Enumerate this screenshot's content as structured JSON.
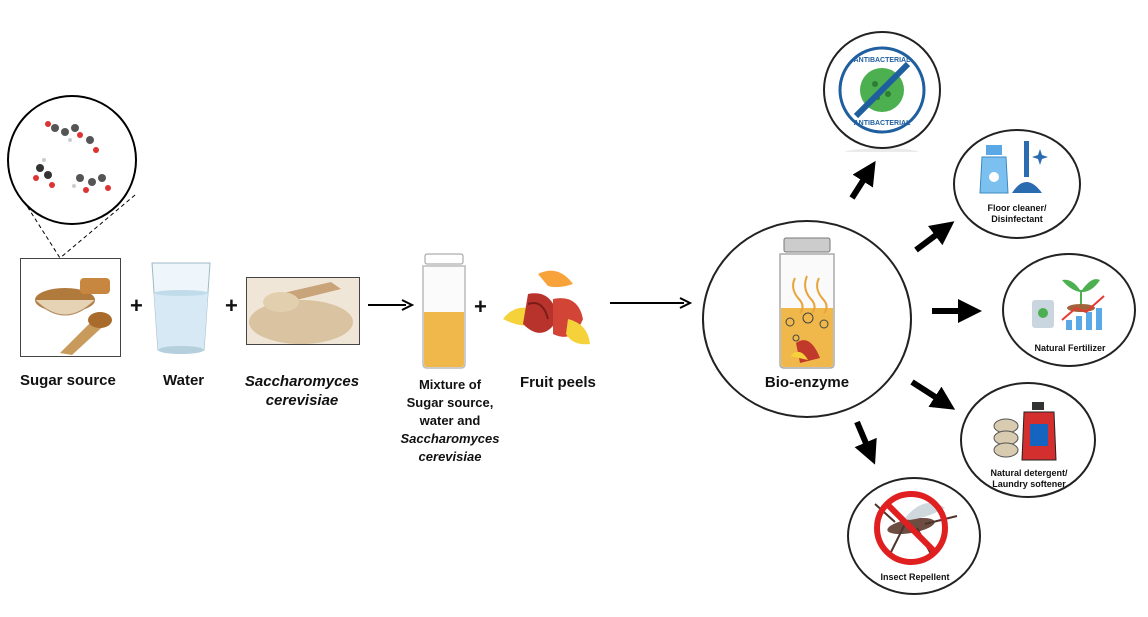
{
  "inputs": {
    "sugar": "Sugar source",
    "water": "Water",
    "yeast_line1": "Saccharomyces",
    "yeast_line2": "cerevisiae"
  },
  "operators": {
    "plus": "+"
  },
  "mixture": {
    "line1": "Mixture of",
    "line2": "Sugar source,",
    "line3": "water and",
    "line4": "Saccharomyces",
    "line5": "cerevisiae"
  },
  "fruit": "Fruit peels",
  "product": "Bio-enzyme",
  "applications": {
    "antibacterial_badge": "ANTIBACTERIAL",
    "floor_line1": "Floor cleaner/",
    "floor_line2": "Disinfectant",
    "fertilizer": "Natural Fertilizer",
    "detergent_line1": "Natural detergent/",
    "detergent_line2": "Laundry softener",
    "repellent": "Insect Repellent"
  },
  "colors": {
    "arrow": "#000000",
    "liquid": "#f0b84a",
    "badge_blue": "#1f5fa0",
    "virus_green": "#4caf50",
    "stop_red": "#e02020"
  }
}
